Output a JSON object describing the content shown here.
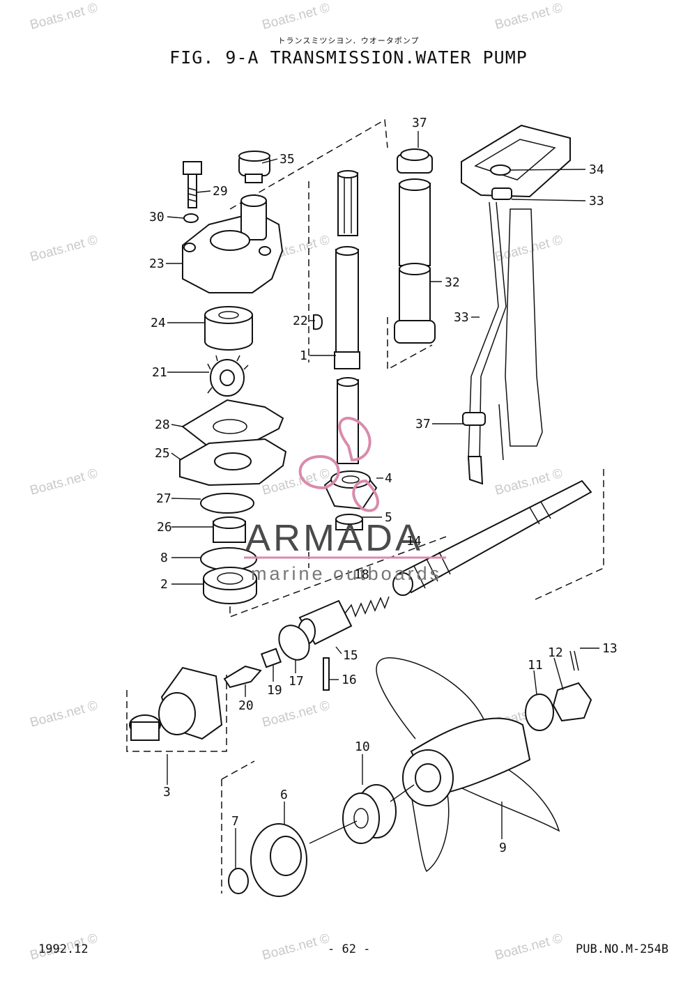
{
  "header": {
    "subtitle_jp": "トランスミツシヨン．ウオータポンプ",
    "title": "FIG.  9-A TRANSMISSION.WATER PUMP"
  },
  "footer": {
    "date": "1992.12",
    "page": "- 62 -",
    "pub_no": "PUB.NO.M-254B"
  },
  "watermark": {
    "text": "Boats.net ©"
  },
  "brand": {
    "name": "ARMADA",
    "tagline": "marine outboards"
  },
  "callouts": [
    {
      "id": "c37a",
      "label": "37"
    },
    {
      "id": "c35",
      "label": "35"
    },
    {
      "id": "c34",
      "label": "34"
    },
    {
      "id": "c29",
      "label": "29"
    },
    {
      "id": "c33a",
      "label": "33"
    },
    {
      "id": "c30",
      "label": "30"
    },
    {
      "id": "c23",
      "label": "23"
    },
    {
      "id": "c32",
      "label": "32"
    },
    {
      "id": "c24",
      "label": "24"
    },
    {
      "id": "c22",
      "label": "22"
    },
    {
      "id": "c33b",
      "label": "33"
    },
    {
      "id": "c1",
      "label": "1"
    },
    {
      "id": "c21",
      "label": "21"
    },
    {
      "id": "c37b",
      "label": "37"
    },
    {
      "id": "c28",
      "label": "28"
    },
    {
      "id": "c25",
      "label": "25"
    },
    {
      "id": "c4",
      "label": "4"
    },
    {
      "id": "c27",
      "label": "27"
    },
    {
      "id": "c5",
      "label": "5"
    },
    {
      "id": "c26",
      "label": "26"
    },
    {
      "id": "c14",
      "label": "14"
    },
    {
      "id": "c8",
      "label": "8"
    },
    {
      "id": "c18",
      "label": "18"
    },
    {
      "id": "c2",
      "label": "2"
    },
    {
      "id": "c13",
      "label": "13"
    },
    {
      "id": "c12",
      "label": "12"
    },
    {
      "id": "c15",
      "label": "15"
    },
    {
      "id": "c11",
      "label": "11"
    },
    {
      "id": "c16",
      "label": "16"
    },
    {
      "id": "c17",
      "label": "17"
    },
    {
      "id": "c19",
      "label": "19"
    },
    {
      "id": "c20",
      "label": "20"
    },
    {
      "id": "c10",
      "label": "10"
    },
    {
      "id": "c3",
      "label": "3"
    },
    {
      "id": "c6",
      "label": "6"
    },
    {
      "id": "c7",
      "label": "7"
    },
    {
      "id": "c9",
      "label": "9"
    }
  ]
}
